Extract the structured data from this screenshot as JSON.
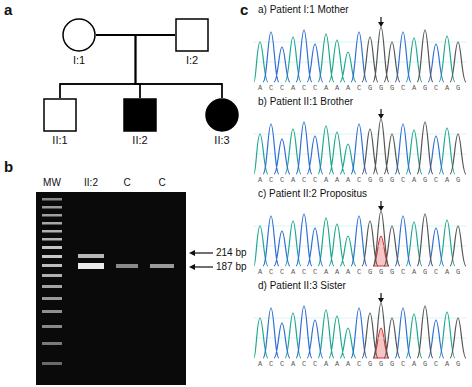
{
  "diagram": {
    "nodes": [
      {
        "text": [
          "I:1"
        ]
      },
      {
        "text": [
          "I:2"
        ]
      },
      {
        "text": [
          "II:1"
        ]
      },
      {
        "text": [
          "II:2"
        ]
      },
      {
        "text": [
          "II:3"
        ]
      }
    ],
    "edges": [
      {
        "from": 0,
        "to": 1,
        "arrow": "none"
      },
      {
        "from": 0,
        "to": 2,
        "arrow": "none"
      },
      {
        "from": 1,
        "to": 2,
        "arrow": "none"
      },
      {
        "from": 0,
        "to": 3,
        "arrow": "none"
      },
      {
        "from": 1,
        "to": 3,
        "arrow": "none"
      },
      {
        "from": 0,
        "to": 4,
        "arrow": "none"
      },
      {
        "from": 1,
        "to": 4,
        "arrow": "none"
      }
    ],
    "labels": [
      "a",
      "b",
      "c",
      "MW",
      "II:2",
      "C",
      "C",
      "214 bp",
      "187 bp",
      "a) Patient I:1 Mother",
      "A C C A C C A A A C G G G C A G C A G",
      "b) Patient II:1 Brother",
      "A C C A C C A A A C G G G C A G C A G",
      "c) Patient II:2 Propositus",
      "A C C A C C A A A C G G G C A G C A G",
      "d) Patient II:3 Sister",
      "A C C A C C A A A C G G G C A G C A G"
    ]
  }
}
